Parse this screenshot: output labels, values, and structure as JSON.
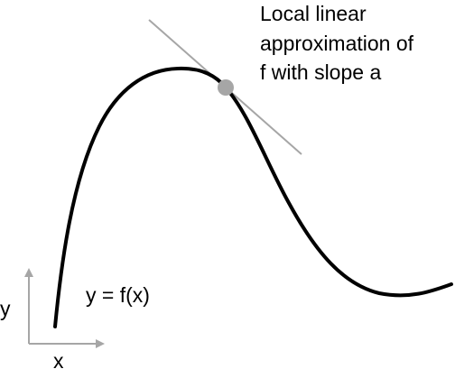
{
  "annotation": {
    "lines": [
      "Local linear",
      "approximation of",
      "f with slope a"
    ]
  },
  "function_label": "y = f(x)",
  "axes": {
    "y_label": "y",
    "x_label": "x"
  },
  "colors": {
    "curve": "#000000",
    "tangent": "#a6a6a6",
    "point": "#a6a6a6",
    "axes": "#a6a6a6",
    "text": "#000000"
  }
}
